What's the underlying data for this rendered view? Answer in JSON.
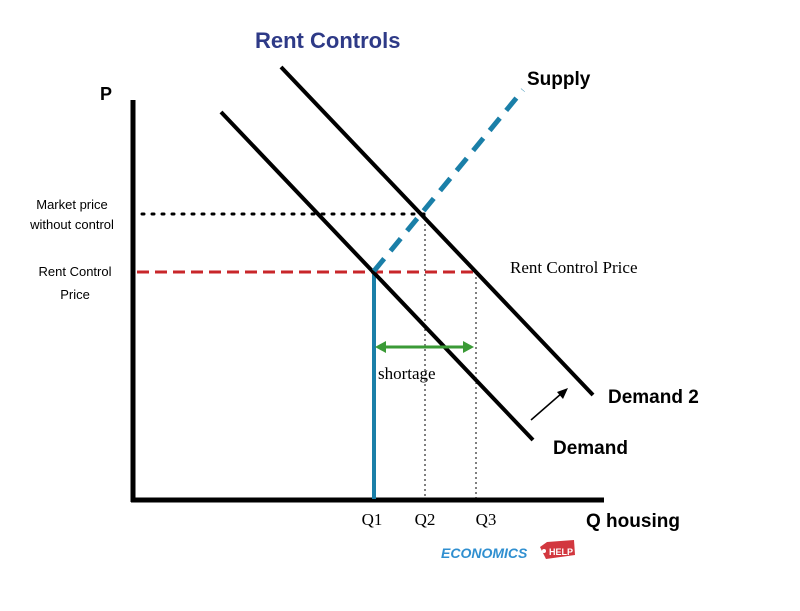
{
  "title": "Rent Controls",
  "axes": {
    "y_label": "P",
    "x_label": "Q housing"
  },
  "price_labels": {
    "market_line1": "Market price",
    "market_line2": "without control",
    "rent_line1": "Rent Control",
    "rent_line2": "Price"
  },
  "curves": {
    "supply": "Supply",
    "demand": "Demand",
    "demand2": "Demand 2"
  },
  "annotations": {
    "rent_control_price": "Rent Control Price",
    "shortage": "shortage"
  },
  "quantities": [
    "Q1",
    "Q2",
    "Q3"
  ],
  "logo": {
    "text": "ECONOMICS",
    "tag": "HELP"
  },
  "colors": {
    "title": "#2e3a87",
    "supply": "#1a7fa8",
    "rent": "#c8262a",
    "shortage": "#3a9a36"
  }
}
